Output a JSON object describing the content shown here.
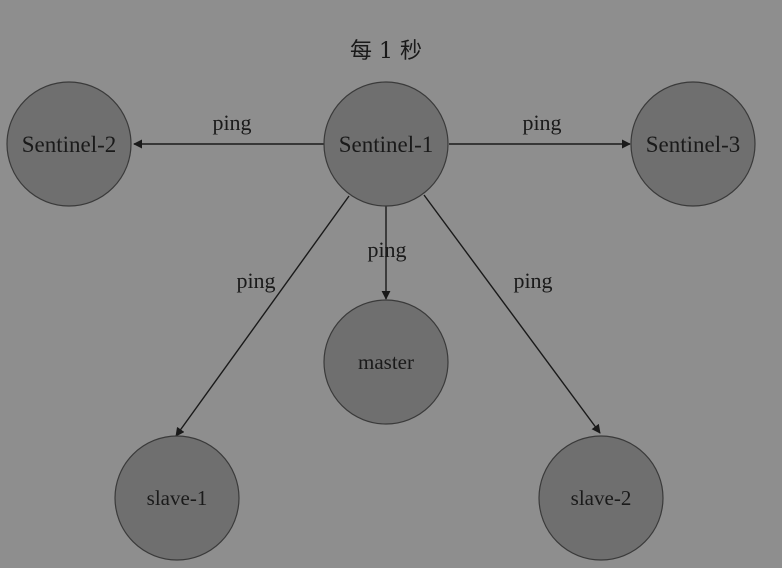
{
  "diagram": {
    "title": "每 1 秒",
    "nodes": {
      "sentinel_1": "Sentinel-1",
      "sentinel_2": "Sentinel-2",
      "sentinel_3": "Sentinel-3",
      "master": "master",
      "slave_1": "slave-1",
      "slave_2": "slave-2"
    },
    "edges": [
      {
        "from": "Sentinel-1",
        "to": "Sentinel-2",
        "label": "ping"
      },
      {
        "from": "Sentinel-1",
        "to": "Sentinel-3",
        "label": "ping"
      },
      {
        "from": "Sentinel-1",
        "to": "master",
        "label": "ping"
      },
      {
        "from": "Sentinel-1",
        "to": "slave-1",
        "label": "ping"
      },
      {
        "from": "Sentinel-1",
        "to": "slave-2",
        "label": "ping"
      }
    ]
  },
  "colors": {
    "background": "#8e8e8e",
    "node_fill": "#6f6f6f",
    "node_stroke": "#3a3a3a",
    "ink": "#1a1a1a"
  }
}
